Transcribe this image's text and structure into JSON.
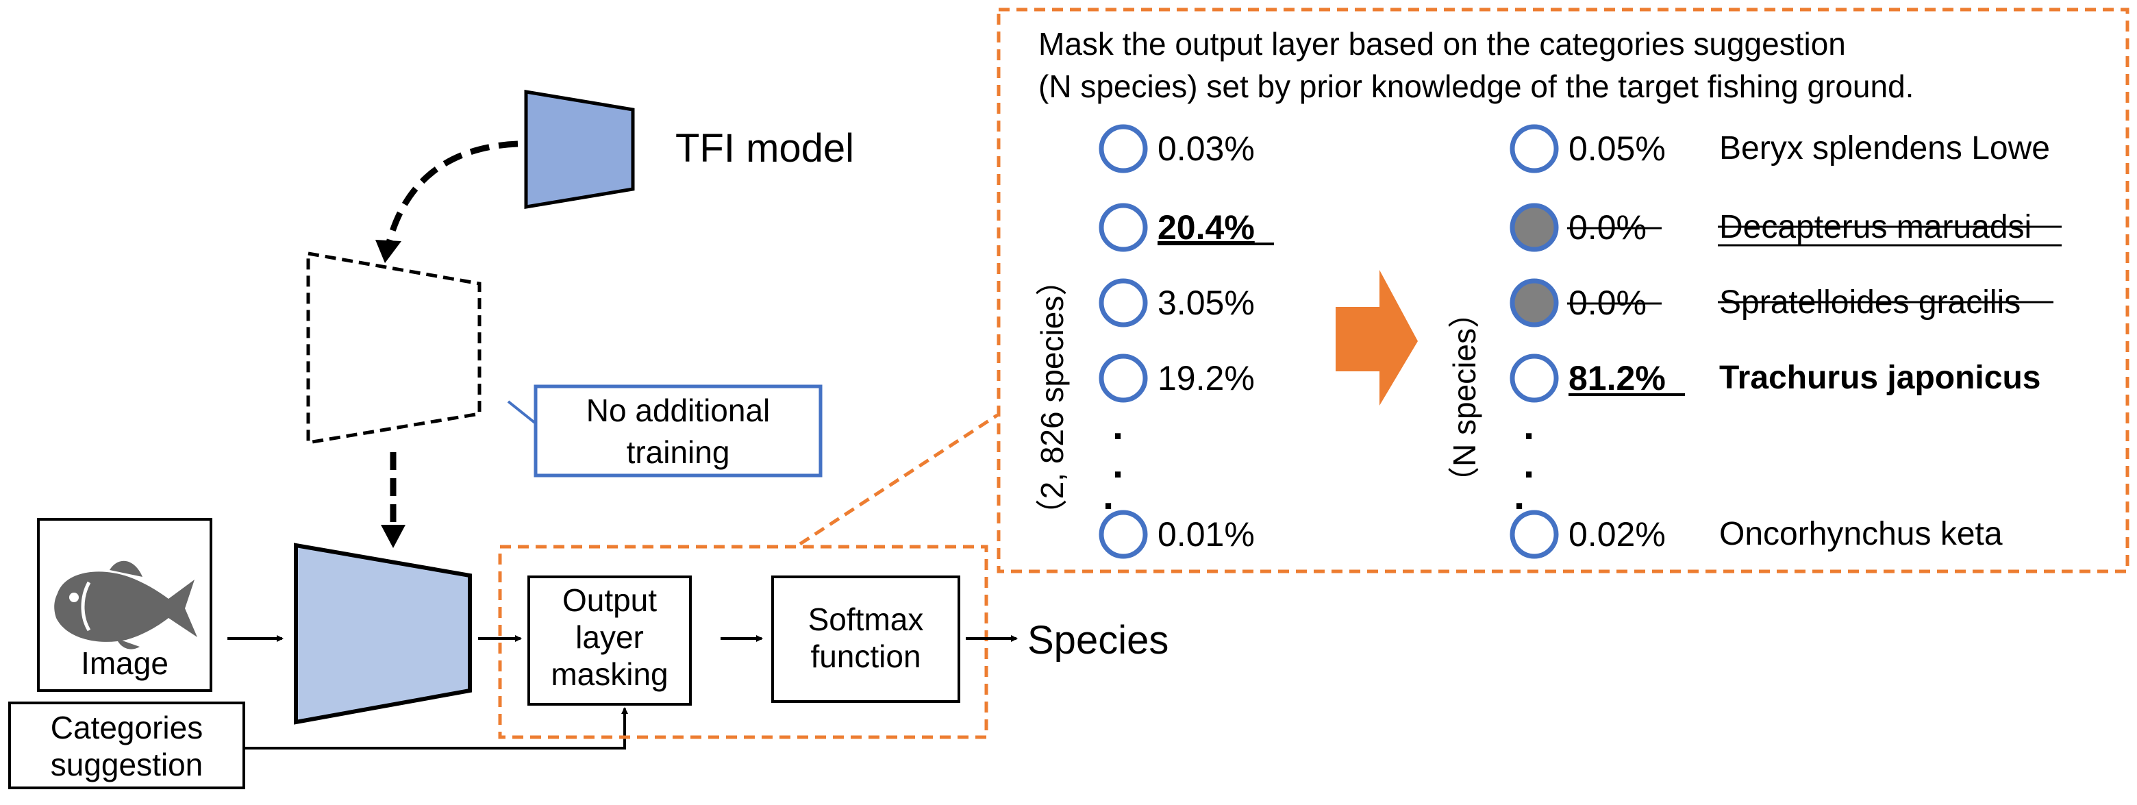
{
  "model": {
    "label": "TFI model",
    "callout": [
      "No additional",
      "training"
    ]
  },
  "inputs": {
    "image_label": "Image",
    "suggestion_label": [
      "Categories",
      "suggestion"
    ]
  },
  "pipeline": {
    "masking": [
      "Output",
      "layer",
      "masking"
    ],
    "softmax": [
      "Softmax",
      "function"
    ],
    "output": "Species"
  },
  "detail": {
    "caption": [
      "Mask the output layer based on the categories suggestion",
      "(N species) set by prior knowledge of the target fishing ground."
    ],
    "left_axis": "（2, 826 species）",
    "right_axis": "（N species）",
    "before": [
      {
        "value": "0.03%",
        "highlight": false
      },
      {
        "value": "20.4%",
        "highlight": true
      },
      {
        "value": "3.05%",
        "highlight": false
      },
      {
        "value": "19.2%",
        "highlight": false
      },
      {
        "value": "0.01%",
        "highlight": false
      }
    ],
    "after": [
      {
        "value": "0.05%",
        "species": "Beryx splendens Lowe",
        "state": "kept"
      },
      {
        "value": "0.0%",
        "species": "Decapterus maruadsi",
        "state": "masked"
      },
      {
        "value": "0.0%",
        "species": "Spratelloides gracilis",
        "state": "masked"
      },
      {
        "value": "81.2%",
        "species": "Trachurus japonicus",
        "state": "top"
      },
      {
        "value": "0.02%",
        "species": "Oncorhynchus keta",
        "state": "kept"
      }
    ],
    "ellipsis": "·"
  },
  "colors": {
    "model_fill": "#8faadc",
    "model_fill_light": "#b4c7e7",
    "node_ring": "#4472c4",
    "masked_fill": "#808080",
    "highlight_orange": "#ed7d31",
    "callout_blue": "#4472c4",
    "fish_gray": "#666666"
  }
}
